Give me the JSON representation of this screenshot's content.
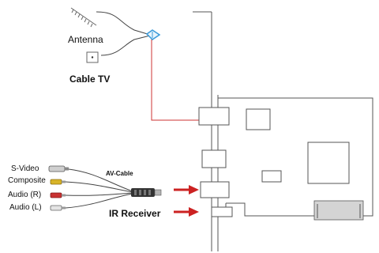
{
  "labels": {
    "antenna": "Antenna",
    "cable_tv": "Cable TV",
    "s_video": "S-Video",
    "composite": "Composite",
    "audio_r": "Audio (R)",
    "audio_l": "Audio (L)",
    "av_cable": "AV-Cable",
    "ir_receiver": "IR Receiver"
  },
  "colors": {
    "line": "#444444",
    "pcb_outline": "#555555",
    "coax_cable": "#cc3333",
    "arrow": "#cc2222",
    "splitter": "#3a9ad9",
    "connector_gold": "#d8b428",
    "connector_red": "#c83232",
    "connector_gray": "#999999",
    "heatsink": "#d4d4d4"
  }
}
